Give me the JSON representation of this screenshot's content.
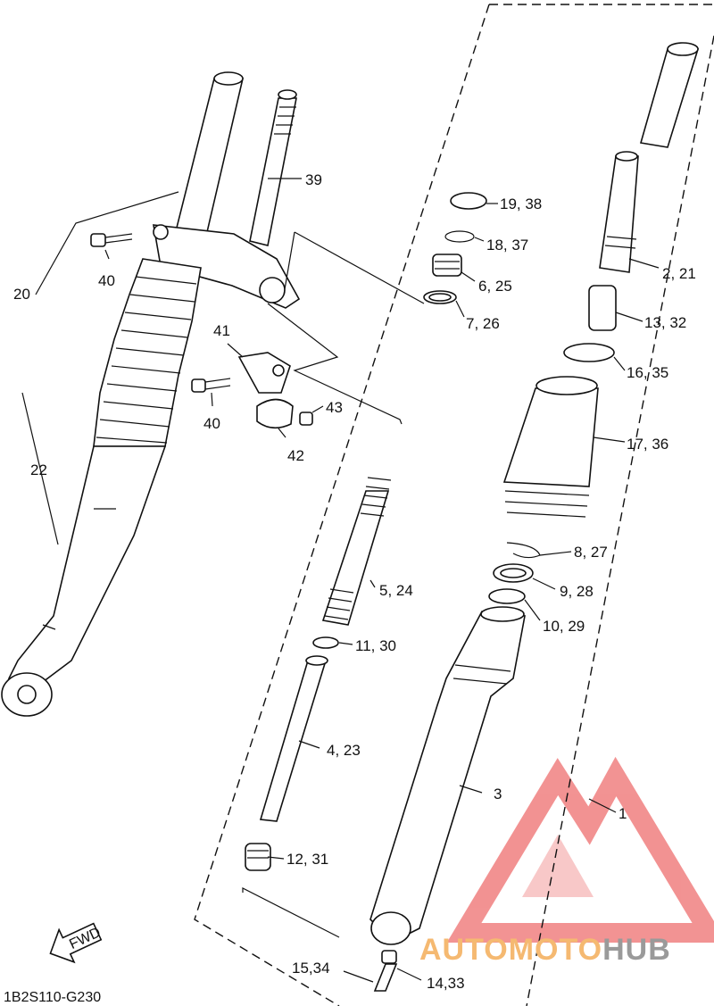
{
  "diagram": {
    "code": "1B2S110-G230",
    "fwd_label": "FWD",
    "callouts": [
      {
        "id": "c1",
        "text": "1"
      },
      {
        "id": "c3",
        "text": "3"
      },
      {
        "id": "c2_21",
        "text": "2, 21"
      },
      {
        "id": "c4_23",
        "text": "4, 23"
      },
      {
        "id": "c5_24",
        "text": "5, 24"
      },
      {
        "id": "c6_25",
        "text": "6, 25"
      },
      {
        "id": "c7_26",
        "text": "7, 26"
      },
      {
        "id": "c8_27",
        "text": "8, 27"
      },
      {
        "id": "c9_28",
        "text": "9, 28"
      },
      {
        "id": "c10_29",
        "text": "10, 29"
      },
      {
        "id": "c11_30",
        "text": "11, 30"
      },
      {
        "id": "c12_31",
        "text": "12, 31"
      },
      {
        "id": "c13_32",
        "text": "13, 32"
      },
      {
        "id": "c14_33",
        "text": "14,33"
      },
      {
        "id": "c15_34",
        "text": "15,34"
      },
      {
        "id": "c16_35",
        "text": "16, 35"
      },
      {
        "id": "c17_36",
        "text": "17, 36"
      },
      {
        "id": "c18_37",
        "text": "18, 37"
      },
      {
        "id": "c19_38",
        "text": "19, 38"
      },
      {
        "id": "c20",
        "text": "20"
      },
      {
        "id": "c22",
        "text": "22"
      },
      {
        "id": "c39",
        "text": "39"
      },
      {
        "id": "c40a",
        "text": "40"
      },
      {
        "id": "c40b",
        "text": "40"
      },
      {
        "id": "c41",
        "text": "41"
      },
      {
        "id": "c42",
        "text": "42"
      },
      {
        "id": "c43",
        "text": "43"
      }
    ]
  },
  "watermark": {
    "part1": "AUTO",
    "part2": "MOTO",
    "part3": "HUB",
    "colors": {
      "auto": "#f5b971",
      "moto": "#f5b971",
      "hub": "#9a9a9a",
      "logo": "#f08080"
    }
  }
}
